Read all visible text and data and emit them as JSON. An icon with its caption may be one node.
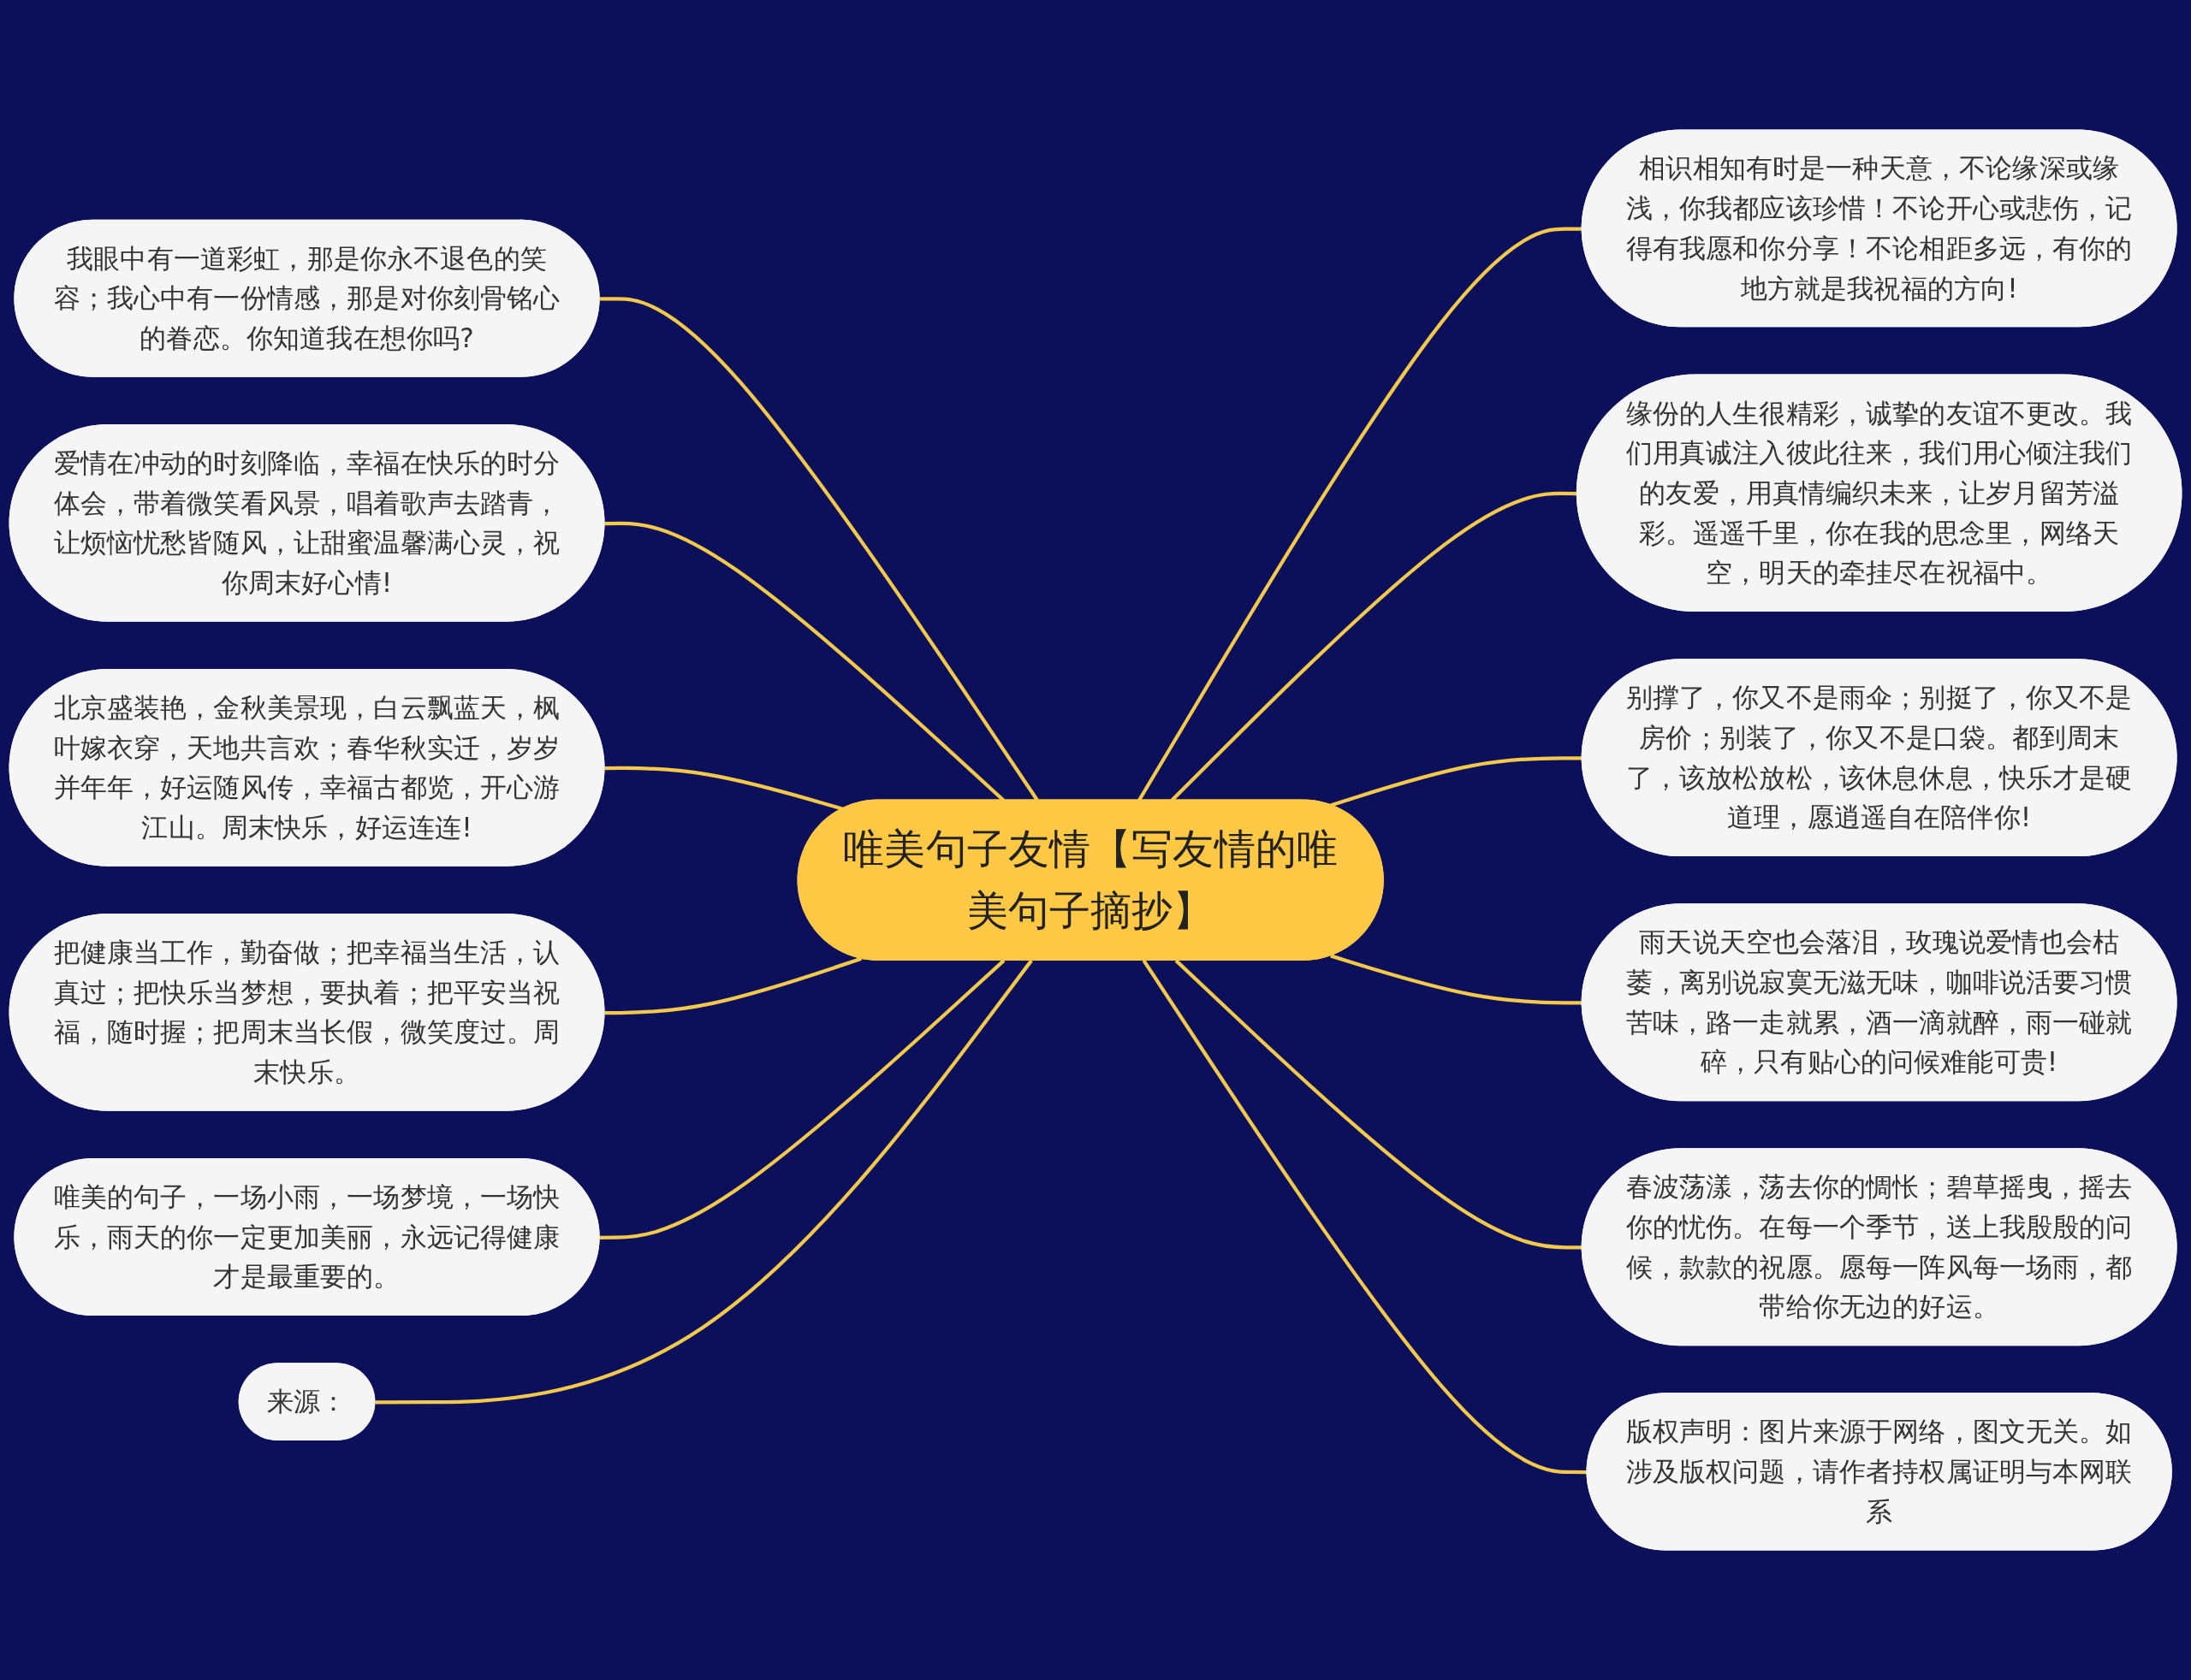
{
  "diagram": {
    "nodes": [
      {
        "text": [
          "唯美句子友情【写友情的唯美句子摘抄】"
        ]
      },
      {
        "text": [
          "我眼中有一道彩虹，那是你永不退色的笑容；我心中有一份情感，那是对你刻骨铭心的眷恋。你知道我在想你吗?"
        ]
      },
      {
        "text": [
          "爱情在冲动的时刻降临，幸福在快乐的时分体会，带着微笑看风景，唱着歌声去踏青，让烦恼忧愁皆随风，让甜蜜温馨满心灵，祝你周末好心情!"
        ]
      },
      {
        "text": [
          "北京盛装艳，金秋美景现，白云飘蓝天，枫叶嫁衣穿，天地共言欢；春华秋实迁，岁岁并年年，好运随风传，幸福古都览，开心游江山。周末快乐，好运连连!"
        ]
      },
      {
        "text": [
          "把健康当工作，勤奋做；把幸福当生活，认真过；把快乐当梦想，要执着；把平安当祝福，随时握；把周末当长假，微笑度过。周末快乐。"
        ]
      },
      {
        "text": [
          "唯美的句子，一场小雨，一场梦境，一场快乐，雨天的你一定更加美丽，永远记得健康才是最重要的。"
        ]
      },
      {
        "text": [
          "来源："
        ]
      },
      {
        "text": [
          "相识相知有时是一种天意，不论缘深或缘浅，你我都应该珍惜！不论开心或悲伤，记得有我愿和你分享！不论相距多远，有你的地方就是我祝福的方向!"
        ]
      },
      {
        "text": [
          "缘份的人生很精彩，诚挚的友谊不更改。我们用真诚注入彼此往来，我们用心倾注我们的友爱，用真情编织未来，让岁月留芳溢彩。遥遥千里，你在我的思念里，网络天空，明天的牵挂尽在祝福中。"
        ]
      },
      {
        "text": [
          "别撑了，你又不是雨伞；别挺了，你又不是房价；别装了，你又不是口袋。都到周末了，该放松放松，该休息休息，快乐才是硬道理，愿逍遥自在陪伴你!"
        ]
      },
      {
        "text": [
          "雨天说天空也会落泪，玫瑰说爱情也会枯萎，离别说寂寞无滋无味，咖啡说活要习惯苦味，路一走就累，酒一滴就醉，雨一碰就碎，只有贴心的问候难能可贵!"
        ]
      },
      {
        "text": [
          "春波荡漾，荡去你的惆怅；碧草摇曳，摇去你的忧伤。在每一个季节，送上我殷殷的问候，款款的祝愿。愿每一阵风每一场雨，都带给你无边的好运。"
        ]
      },
      {
        "text": [
          "版权声明：图片来源于网络，图文无关。如涉及版权问题，请作者持权属证明与本网联系"
        ]
      }
    ],
    "edges": [
      {
        "from": 0,
        "to": 1,
        "arrow": "none"
      },
      {
        "from": 0,
        "to": 2,
        "arrow": "none"
      },
      {
        "from": 0,
        "to": 3,
        "arrow": "none"
      },
      {
        "from": 0,
        "to": 4,
        "arrow": "none"
      },
      {
        "from": 0,
        "to": 5,
        "arrow": "none"
      },
      {
        "from": 0,
        "to": 6,
        "arrow": "none"
      },
      {
        "from": 0,
        "to": 7,
        "arrow": "none"
      },
      {
        "from": 0,
        "to": 8,
        "arrow": "none"
      },
      {
        "from": 0,
        "to": 9,
        "arrow": "none"
      },
      {
        "from": 0,
        "to": 10,
        "arrow": "none"
      },
      {
        "from": 0,
        "to": 11,
        "arrow": "none"
      },
      {
        "from": 0,
        "to": 12,
        "arrow": "none"
      }
    ]
  }
}
